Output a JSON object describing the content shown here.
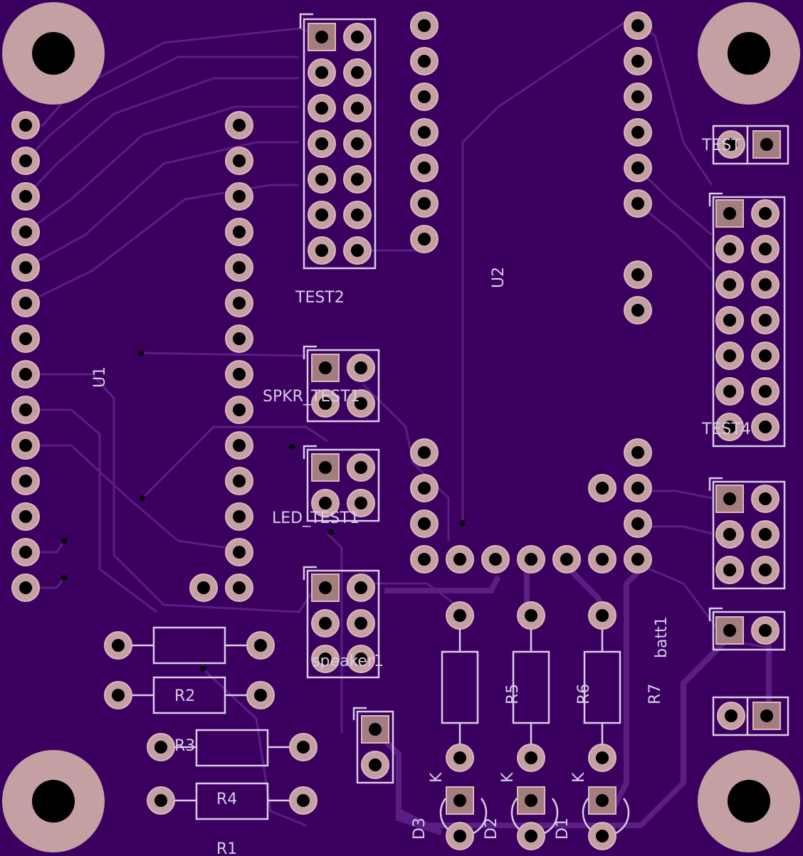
{
  "colors": {
    "board": "#3b005f",
    "copper": "#c5a0a3",
    "pad": "#a47d7e",
    "silk": "#d8cce6",
    "trace": "#5a1e84",
    "drill": "#000000"
  },
  "labels": {
    "u1": "U1",
    "u2": "U2",
    "test2": "TEST2",
    "spkr_test1": "SPKR_TEST1",
    "led_test1": "LED_TEST1",
    "speaker1": "speaker1",
    "batt1": "batt1",
    "test_top": "TEST",
    "test_right": "TEST4",
    "r1": "R1",
    "r2": "R2",
    "r3": "R3",
    "r4": "R4",
    "r5": "R5",
    "r6": "R6",
    "r7": "R7",
    "d1": "D1",
    "d2": "D2",
    "d3": "D3",
    "k": "K"
  }
}
